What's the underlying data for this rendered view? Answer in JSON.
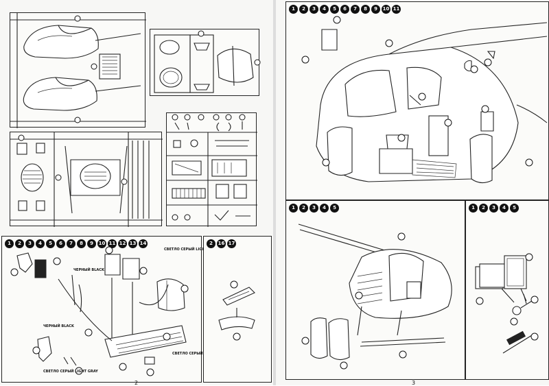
{
  "left_page": {
    "sprue_panels": [
      "sprue-fuselage",
      "sprue-canopy",
      "sprue-interior",
      "sprue-small-parts"
    ],
    "step1_steps": [
      "1",
      "2",
      "3",
      "4",
      "5",
      "6",
      "7",
      "8",
      "9",
      "10",
      "11",
      "12",
      "13",
      "14"
    ],
    "step1_notes": {
      "black_1": "ЧЕРНЫЙ BLACK",
      "black_2": "ЧЕРНЫЙ BLACK",
      "light_gray_1": "СВЕТЛО СЕРЫЙ LIGHT GRAY",
      "light_gray_2": "СВЕТЛО СЕРЫЙ LIGHT GRAY",
      "light_gray_3": "СВЕТЛО СЕРЫЙ LIGHT GRAY"
    },
    "step2_steps": [
      "2",
      "16",
      "17"
    ],
    "page_number": "2"
  },
  "right_page": {
    "step_a_steps": [
      "1",
      "2",
      "3",
      "4",
      "5",
      "6",
      "7",
      "8",
      "9",
      "10",
      "11"
    ],
    "step_b_steps": [
      "1",
      "2",
      "3",
      "4",
      "5"
    ],
    "step_c_steps": [
      "1",
      "2",
      "3",
      "4",
      "5"
    ],
    "page_number": "3"
  },
  "colors": {
    "ink": "#222222",
    "paper": "#f7f7f5"
  }
}
